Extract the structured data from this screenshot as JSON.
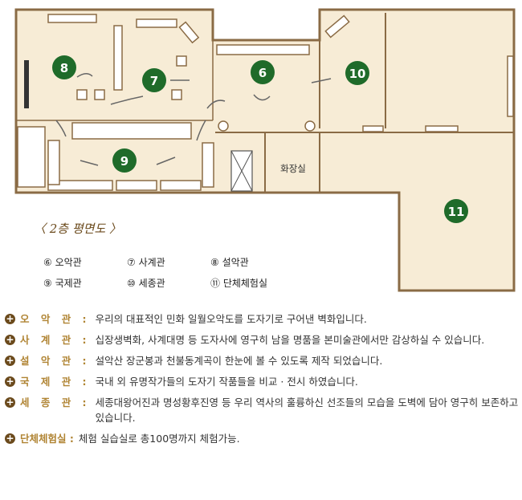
{
  "floor_plan": {
    "title": "〈 2층 평면도 〉",
    "room_markers": [
      {
        "number": "6",
        "color": "#1f6b2a"
      },
      {
        "number": "7",
        "color": "#1f6b2a"
      },
      {
        "number": "8",
        "color": "#1f6b2a"
      },
      {
        "number": "9",
        "color": "#1f6b2a"
      },
      {
        "number": "10",
        "color": "#1f6b2a"
      },
      {
        "number": "11",
        "color": "#1f6b2a"
      }
    ],
    "restroom_label": "화장실",
    "legend": [
      "⑥ 오악관",
      "⑦ 사계관",
      "⑧ 설악관",
      "⑨ 국제관",
      "⑩ 세종관",
      "⑪ 단체체험실"
    ],
    "colors": {
      "floor": "#f7ecd6",
      "wall": "#8a6b45",
      "accent": "#1f6b2a",
      "title": "#6b4a1c"
    }
  },
  "descriptions": [
    {
      "term": "오 악 관 :",
      "text": "우리의 대표적인 민화 일월오악도를 도자기로 구어낸 벽화입니다."
    },
    {
      "term": "사 계 관 :",
      "text": "십장생벽화, 사계대명 등 도자사에 영구히 남을 명품을 본미술관에서만 감상하실 수 있습니다."
    },
    {
      "term": "설 악 관 :",
      "text": "설악산 장군봉과 천불동계곡이 한눈에 볼 수 있도록 제작 되었습니다."
    },
    {
      "term": "국 제 관 :",
      "text": "국내 외 유명작가들의 도자기 작품들을 비교 · 전시 하였습니다."
    },
    {
      "term": "세 종 관 :",
      "text": "세종대왕어진과 명성황후진영 등 우리 역사의 훌륭하신 선조들의 모습을 도벽에 담아 영구히 보존하고 있습니다."
    },
    {
      "term": "단체체험실 :",
      "text": "체험 실습실로 총100명까지 체험가능."
    }
  ]
}
